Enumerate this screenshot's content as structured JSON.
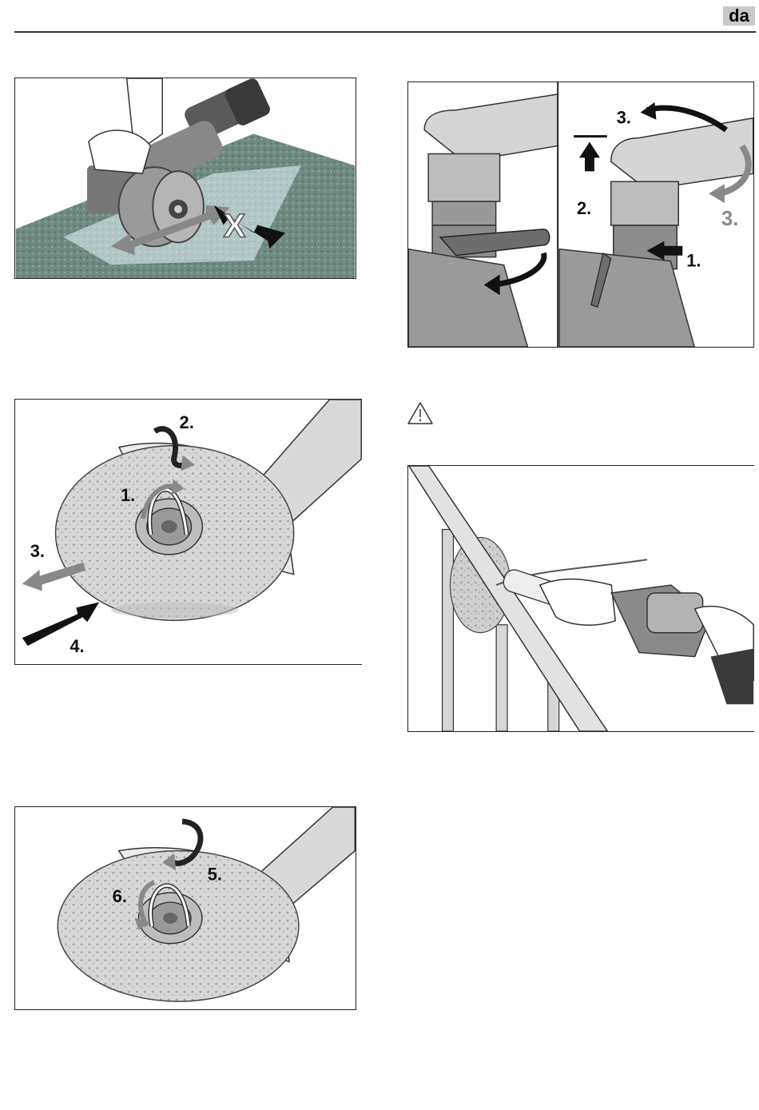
{
  "header": {
    "language_code": "da"
  },
  "figures": {
    "brush_sanding": {
      "mark": "X"
    },
    "disc_removal": {
      "steps": [
        "1.",
        "2.",
        "3.",
        "4."
      ]
    },
    "disc_fitting": {
      "steps": [
        "5.",
        "6."
      ]
    },
    "head_rotation": {
      "steps_left": [],
      "steps_right": [
        "1.",
        "2.",
        "3.",
        "3."
      ]
    },
    "railing_sanding": {}
  },
  "warning": {
    "icon": "warning-triangle-icon"
  },
  "colors": {
    "rule": "#333333",
    "badge": "#c8c8c8",
    "grey_arrow": "#8a8a8a"
  }
}
